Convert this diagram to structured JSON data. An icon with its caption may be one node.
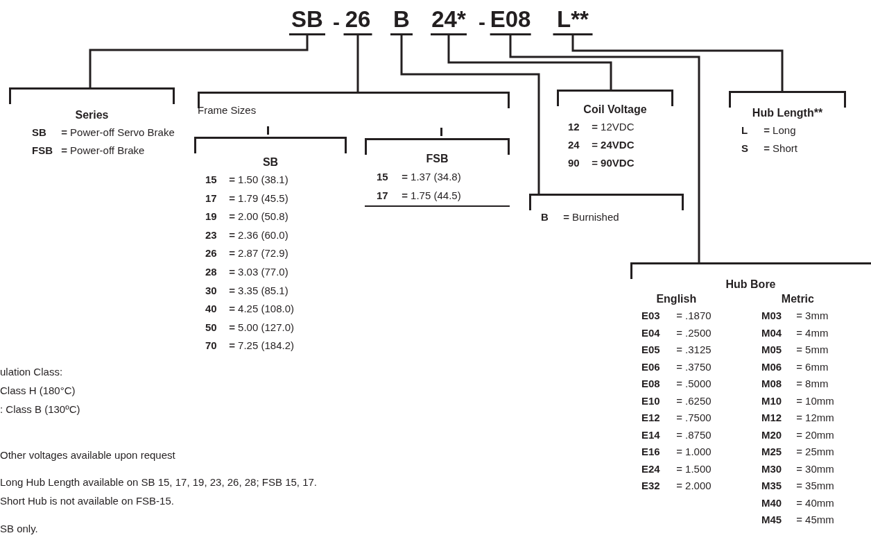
{
  "diagram": {
    "nodes": [
      {
        "text": [
          "SB"
        ]
      },
      {
        "text": [
          "26"
        ]
      },
      {
        "text": [
          "B"
        ]
      },
      {
        "text": [
          "24*"
        ]
      },
      {
        "text": [
          "E08"
        ]
      },
      {
        "text": [
          "L**"
        ]
      },
      {
        "text": [
          "Series",
          "**SB** **=** Power-off Servo Brake",
          "**FSB** **=** Power-off Brake"
        ]
      },
      {
        "text": [
          "Frame Sizes"
        ]
      },
      {
        "text": [
          "SB",
          "**15** **=** 1.50 (38.1)",
          "**17** **=** 1.79 (45.5)",
          "**19** **=** 2.00 (50.8)",
          "**23** **=** 2.36 (60.0)",
          "**26** **=** 2.87 (72.9)",
          "**28** **=** 3.03 (77.0)",
          "**30** **=** 3.35 (85.1)",
          "**40** **=** 4.25 (108.0)",
          "**50** **=** 5.00 (127.0)",
          "**70** **=** 7.25 (184.2)"
        ],
        "in": 7
      },
      {
        "text": [
          "FSB",
          "**15** **=** 1.37 (34.8)",
          "**17** **=** 1.75 (44.5)"
        ],
        "in": 7
      },
      {
        "text": [
          "Coil Voltage",
          "**12** **=** 12VDC",
          "**24** **=** **24VDC**",
          "**90** **=** **90VDC**"
        ]
      },
      {
        "text": [
          "Hub Length**",
          "**L** **=** Long",
          "**S** **=** Short"
        ]
      },
      {
        "text": [
          "**B** **=** Burnished"
        ]
      },
      {
        "text": [
          "Hub Bore",
          "English",
          "Metric",
          "**E03** = .1870",
          "**E04** = .2500",
          "**E05** = .3125",
          "**E06** = .3750",
          "**E08** = .5000",
          "**E10** = .6250",
          "**E12** = .7500",
          "**E14** = .8750",
          "**E16** = 1.000",
          "**E24** = 1.500",
          "**E32** = 2.000",
          "**M03** = 3mm",
          "**M04** = 4mm",
          "**M05** = 5mm",
          "**M06** = 6mm",
          "**M08** = 8mm",
          "**M10** = 10mm",
          "**M12** = 12mm",
          "**M20** = 20mm",
          "**M25** = 25mm",
          "**M30** = 30mm",
          "**M35** = 35mm",
          "**M40** = 40mm",
          "**M45** = 45mm"
        ]
      }
    ],
    "edges": [
      {
        "from": 0,
        "to": 6,
        "arrow": "none"
      },
      {
        "from": 1,
        "to": 7,
        "arrow": "none"
      },
      {
        "from": 2,
        "to": 12,
        "arrow": "none"
      },
      {
        "from": 3,
        "to": 10,
        "arrow": "none"
      },
      {
        "from": 4,
        "to": 13,
        "arrow": "none"
      },
      {
        "from": 5,
        "to": 11,
        "arrow": "none"
      }
    ],
    "labels": [
      "-",
      "-",
      "ulation Class:",
      "Class H (180°C)",
      ": Class B (130ºC)",
      "Other voltages available upon request",
      "Long Hub Length available on SB 15, 17, 19, 23, 26, 28; FSB 15, 17.",
      "Short Hub is not available on FSB-15.",
      "SB only."
    ]
  }
}
